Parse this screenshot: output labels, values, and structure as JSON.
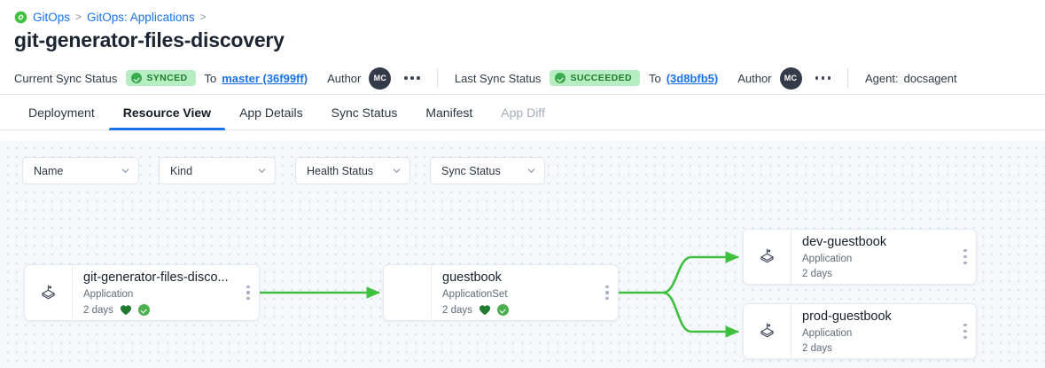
{
  "breadcrumb": {
    "icon": "gitops-link-icon",
    "items": [
      {
        "label": "GitOps"
      },
      {
        "label": "GitOps: Applications"
      }
    ],
    "separator": ">"
  },
  "page_title": "git-generator-files-discovery",
  "status_bar": {
    "current_sync": {
      "label": "Current Sync Status",
      "badge": "SYNCED",
      "to_label": "To",
      "revision": "master (36f99ff)",
      "author_label": "Author",
      "avatar_initials": "MC"
    },
    "last_sync": {
      "label": "Last Sync Status",
      "badge": "SUCCEEDED",
      "to_label": "To",
      "revision": "(3d8bfb5)",
      "author_label": "Author",
      "avatar_initials": "MC"
    },
    "agent_label": "Agent:",
    "agent_value": "docsagent"
  },
  "tabs": [
    {
      "label": "Deployment",
      "active": false,
      "disabled": false
    },
    {
      "label": "Resource View",
      "active": true,
      "disabled": false
    },
    {
      "label": "App Details",
      "active": false,
      "disabled": false
    },
    {
      "label": "Sync Status",
      "active": false,
      "disabled": false
    },
    {
      "label": "Manifest",
      "active": false,
      "disabled": false
    },
    {
      "label": "App Diff",
      "active": false,
      "disabled": true
    }
  ],
  "filters": [
    {
      "label": "Name"
    },
    {
      "label": "Kind"
    },
    {
      "label": "Health Status"
    },
    {
      "label": "Sync Status"
    }
  ],
  "graph": {
    "nodes": [
      {
        "id": "git-generator-files-discovery",
        "name": "git-generator-files-disco...",
        "kind": "Application",
        "age": "2 days",
        "icon": "argo-application-icon",
        "health": true,
        "sync": true
      },
      {
        "id": "guestbook",
        "name": "guestbook",
        "kind": "ApplicationSet",
        "age": "2 days",
        "icon": "",
        "health": true,
        "sync": true
      },
      {
        "id": "dev-guestbook",
        "name": "dev-guestbook",
        "kind": "Application",
        "age": "2 days",
        "icon": "argo-application-icon",
        "health": false,
        "sync": false
      },
      {
        "id": "prod-guestbook",
        "name": "prod-guestbook",
        "kind": "Application",
        "age": "2 days",
        "icon": "argo-application-icon",
        "health": false,
        "sync": false
      }
    ],
    "edge_color": "#3fc040"
  },
  "colors": {
    "accent": "#1a73e8",
    "badge_bg": "#b7eec1",
    "badge_text": "#1e7a33",
    "edge_green": "#3fc040",
    "heart_green": "#207a32",
    "canvas_bg": "#f6f9fc"
  }
}
